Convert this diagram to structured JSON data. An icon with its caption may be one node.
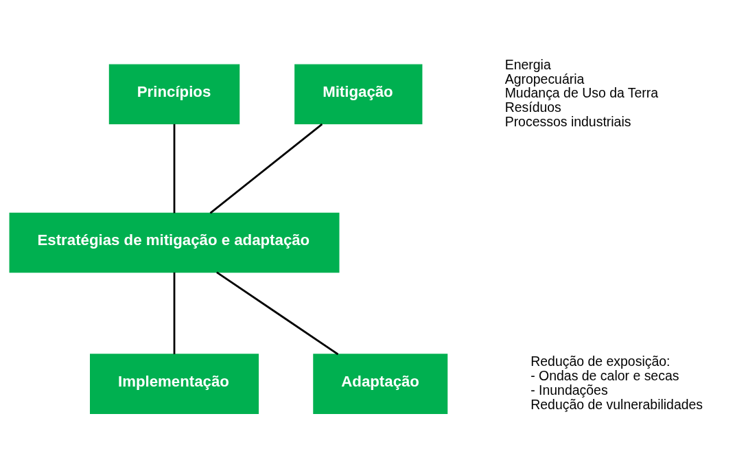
{
  "diagram": {
    "nodes": [
      {
        "text": [
          "Princípios"
        ]
      },
      {
        "text": [
          "Estratégias de mitigação e adaptação"
        ]
      },
      {
        "text": [
          "Implementação"
        ]
      },
      {
        "text": [
          "Mitigação"
        ],
        "beside": [
          "Energia",
          "Agropecuária",
          "Mudança de Uso da Terra",
          "Resíduos",
          "Processos industriais"
        ]
      },
      {
        "text": [
          "Adaptação"
        ],
        "beside": [
          "Redução de exposição:",
          "- Ondas de calor e secas",
          "- Inundações",
          "Redução de vulnerabilidades"
        ]
      }
    ],
    "edges": [
      {
        "from": 0,
        "to": 1,
        "arrow": "none"
      },
      {
        "from": 1,
        "to": 2,
        "arrow": "none"
      },
      {
        "from": 1,
        "to": 3,
        "arrow": "none"
      },
      {
        "from": 1,
        "to": 4,
        "arrow": "none"
      }
    ]
  }
}
